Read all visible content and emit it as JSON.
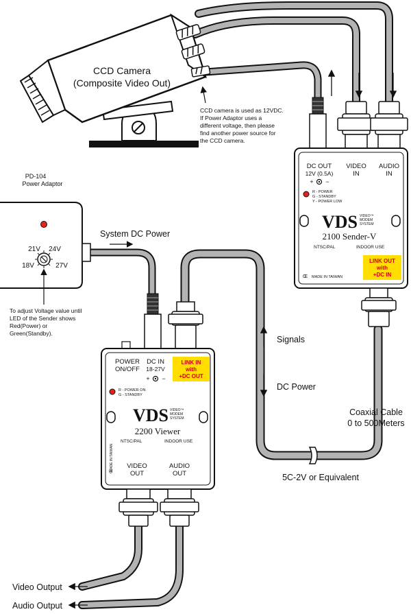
{
  "camera": {
    "title": "CCD Camera",
    "subtitle": "(Composite Video Out)",
    "note": [
      "CCD camera is used as 12VDC.",
      "If Power Adaptor uses a",
      "different voltage, then please",
      "find another power source for",
      "the CCD camera."
    ]
  },
  "adaptor": {
    "model": "PD-104",
    "name": "Power Adaptor",
    "v21": "21V",
    "v24": "24V",
    "v18": "18V",
    "v27": "27V",
    "note": [
      "To adjust Voltage value until",
      "LED of the Sender shows",
      "Red(Power) or",
      "Green(Standby)."
    ]
  },
  "system_dc": "System DC Power",
  "sender": {
    "dc_out": "DC OUT",
    "dc_out_spec": "12V (0.5A)",
    "video_in": [
      "VIDEO",
      "IN"
    ],
    "audio_in": [
      "AUDIO",
      "IN"
    ],
    "led_legend": [
      "R - POWER",
      "G - STANDBY",
      "Y - POWER LOW"
    ],
    "brand": "VDS",
    "brand_sub": [
      "VIDEO™",
      "MODEM",
      "SYSTEM"
    ],
    "model": "2100 Sender-V",
    "ntsc": "NTSC/PAL",
    "indoor": "INDOOR USE",
    "link_out": [
      "LINK OUT",
      "with",
      "+DC IN"
    ],
    "made": "MADE IN TAIWAN"
  },
  "viewer": {
    "power": [
      "POWER",
      "ON/OFF"
    ],
    "dc_in": [
      "DC IN",
      "18-27V"
    ],
    "link_in": [
      "LINK IN",
      "with",
      "+DC OUT"
    ],
    "led_legend": [
      "R - POWER ON",
      "G - STANDBY"
    ],
    "brand": "VDS",
    "brand_sub": [
      "VIDEO™",
      "MODEM",
      "SYSTEM"
    ],
    "model": "2200 Viewer",
    "ntsc": "NTSC/PAL",
    "indoor": "INDOOR USE",
    "made": "MADE IN TAIWAN",
    "video_out": [
      "VIDEO",
      "OUT"
    ],
    "audio_out": [
      "AUDIO",
      "OUT"
    ]
  },
  "labels": {
    "signals": "Signals",
    "dc_power": "DC Power",
    "coax": [
      "Coaxial Cable",
      "0 to 500Meters"
    ],
    "equiv": "5C-2V or Equivalent",
    "video_output": "Video Output",
    "audio_output": "Audio Output"
  },
  "colors": {
    "cable": "#b3b3b3",
    "outline": "#111111",
    "led": "#e32222",
    "label_bg": "#ffde00",
    "label_text": "#d40000"
  }
}
